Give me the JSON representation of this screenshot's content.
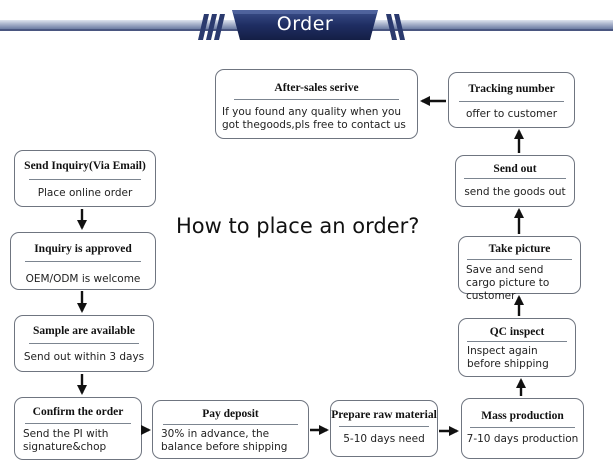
{
  "header": {
    "title": "Order"
  },
  "center_question": "How to place an order?",
  "steps": {
    "send_inquiry": {
      "title": "Send Inquiry(Via Email)",
      "body": "Place online order"
    },
    "inquiry_approved": {
      "title": "Inquiry is approved",
      "body": "OEM/ODM is welcome"
    },
    "sample_available": {
      "title": "Sample are available",
      "body": "Send out within 3 days"
    },
    "confirm_order": {
      "title": "Confirm the order",
      "body": "Send the PI with signature&chop"
    },
    "pay_deposit": {
      "title": "Pay deposit",
      "body": "30% in advance, the balance before shipping"
    },
    "raw_material": {
      "title": "Prepare raw material",
      "body": "5-10 days need"
    },
    "mass_production": {
      "title": "Mass production",
      "body": "7-10 days production"
    },
    "qc_inspect": {
      "title": "QC inspect",
      "body": "Inspect again before shipping"
    },
    "take_picture": {
      "title": "Take picture",
      "body": "Save and send  cargo picture to customer"
    },
    "send_out": {
      "title": "Send out",
      "body": "send the goods out"
    },
    "tracking_number": {
      "title": "Tracking number",
      "body": "offer to customer"
    },
    "after_sales": {
      "title": "After-sales serive",
      "body": "If you found any quality when you got thegoods,pls free to contact us"
    }
  },
  "colors": {
    "banner_dark": "#1e2d5e",
    "banner_light": "#b9c2d8",
    "border": "#6f7580",
    "arrow": "#111111"
  }
}
